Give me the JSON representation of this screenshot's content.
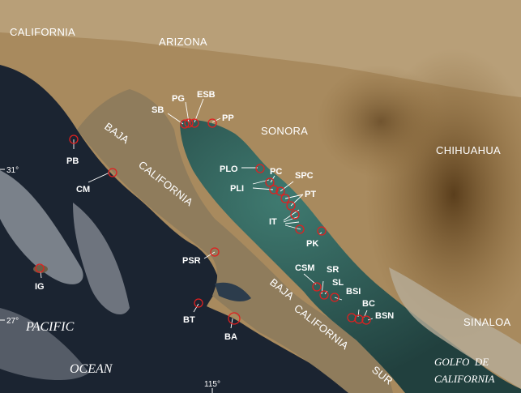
{
  "regions": {
    "california": "CALIFORNIA",
    "arizona": "ARIZONA",
    "sonora": "SONORA",
    "chihuahua": "CHIHUAHUA",
    "sinaloa": "SINALOA",
    "baja": "BAJA",
    "california_bc": "CALIFORNIA",
    "baja_sur": "BAJA",
    "california_bcs": "CALIFORNIA",
    "sur": "SUR"
  },
  "water": {
    "pacific": "PACIFIC",
    "ocean": "OCEAN",
    "golfo_de": "GOLFO  DE",
    "golfo_california": "CALIFORNIA"
  },
  "ticks": {
    "lat31": "31°",
    "lat27": "27°",
    "lon115": "115°"
  },
  "sites": [
    {
      "code": "SB"
    },
    {
      "code": "PG"
    },
    {
      "code": "ESB"
    },
    {
      "code": "PP"
    },
    {
      "code": "PB"
    },
    {
      "code": "CM"
    },
    {
      "code": "PLO"
    },
    {
      "code": "PC"
    },
    {
      "code": "SPC"
    },
    {
      "code": "PLI"
    },
    {
      "code": "PT"
    },
    {
      "code": "IT"
    },
    {
      "code": "PK"
    },
    {
      "code": "IG"
    },
    {
      "code": "PSR"
    },
    {
      "code": "CSM"
    },
    {
      "code": "SR"
    },
    {
      "code": "SL"
    },
    {
      "code": "BSI"
    },
    {
      "code": "BC"
    },
    {
      "code": "BSN"
    },
    {
      "code": "BT"
    },
    {
      "code": "BA"
    }
  ]
}
